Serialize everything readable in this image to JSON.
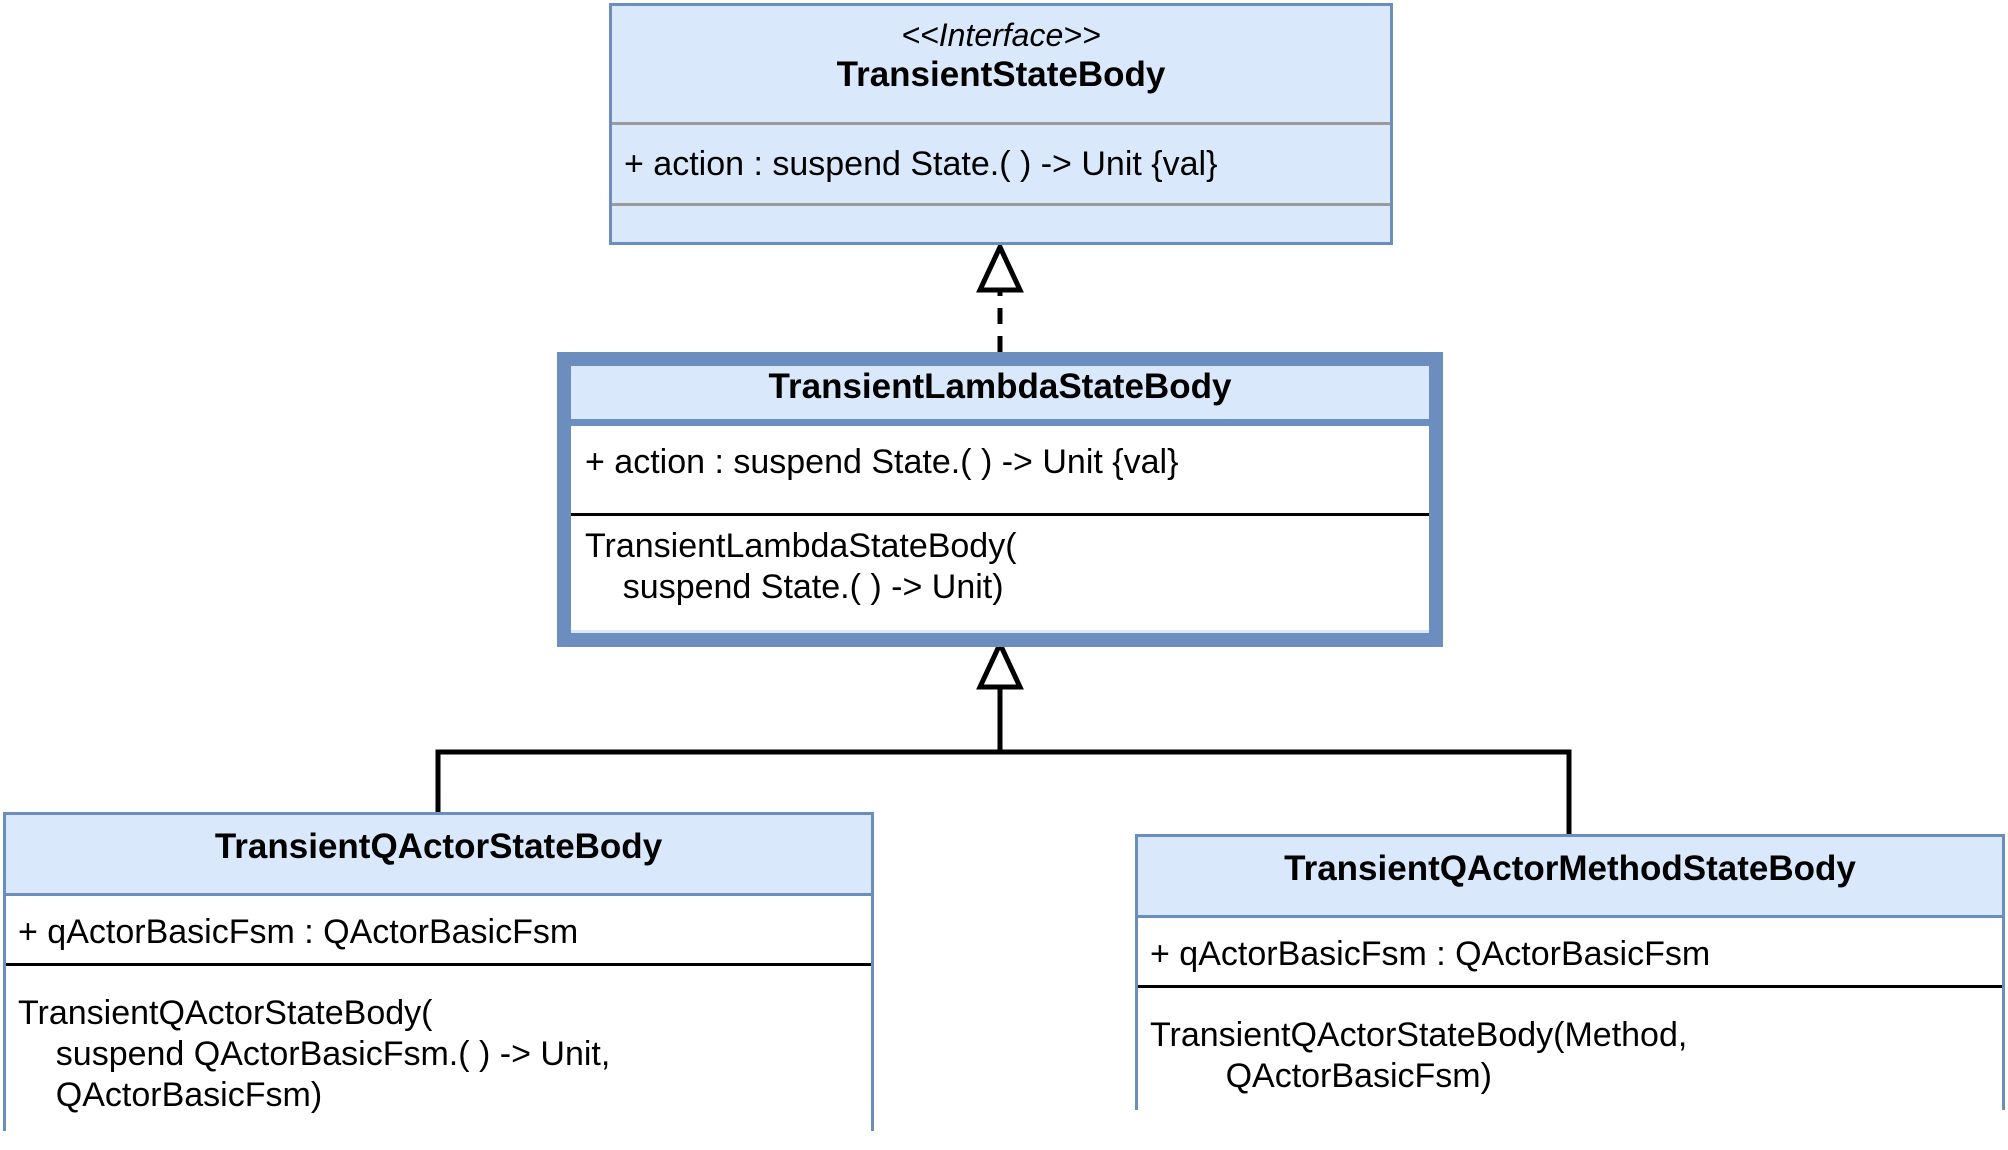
{
  "interface_box": {
    "stereotype": "<<Interface>>",
    "name": "TransientStateBody",
    "attribute": "+ action : suspend State.( ) -> Unit {val}"
  },
  "lambda_box": {
    "name": "TransientLambdaStateBody",
    "attribute": "+ action : suspend State.( ) -> Unit {val}",
    "constructor_line1": "TransientLambdaStateBody(",
    "constructor_line2": "    suspend State.( ) -> Unit)"
  },
  "qactor_box": {
    "name": "TransientQActorStateBody",
    "attribute": "+ qActorBasicFsm : QActorBasicFsm",
    "constructor_line1": "TransientQActorStateBody(",
    "constructor_line2": "    suspend QActorBasicFsm.( ) -> Unit,",
    "constructor_line3": "    QActorBasicFsm)"
  },
  "method_box": {
    "name": "TransientQActorMethodStateBody",
    "attribute": "+ qActorBasicFsm : QActorBasicFsm",
    "constructor_line1": "TransientQActorStateBody(Method,",
    "constructor_line2": "        QActorBasicFsm)"
  },
  "colors": {
    "header_fill": "#dae8fc",
    "border": "#6c8ebf",
    "body_fill": "#ffffff",
    "edge": "#000000"
  }
}
